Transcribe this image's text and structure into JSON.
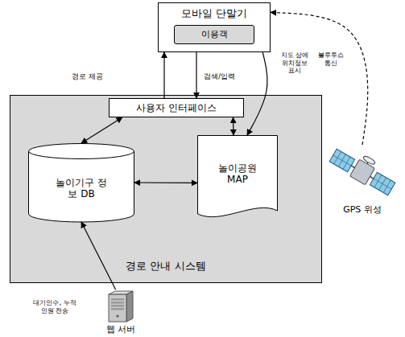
{
  "diagram": {
    "nodes": [
      {
        "text": [
          "모바일 단말기"
        ]
      },
      {
        "text": [
          "이용객"
        ],
        "in": 0
      },
      {
        "text": [
          "경로 안내 시스템"
        ]
      },
      {
        "text": [
          "사용자 인터페이스"
        ],
        "in": 2
      },
      {
        "text": [
          "놀이기구 정보 DB"
        ],
        "in": 2
      },
      {
        "text": [
          "놀이공원 MAP"
        ],
        "in": 2
      },
      {
        "text": [
          "GPS 위성"
        ]
      },
      {
        "text": [
          "웹 서버"
        ]
      }
    ],
    "edges": [
      {
        "from": 3,
        "to": 0,
        "arrow": "to",
        "label": "경로 제공"
      },
      {
        "from": 0,
        "to": 3,
        "arrow": "to",
        "label": "검색/입력"
      },
      {
        "from": 0,
        "to": 5,
        "arrow": "to",
        "label": "지도 상에 위치정보 표시"
      },
      {
        "from": 6,
        "to": 0,
        "arrow": "to",
        "label": "블루투스 통신"
      },
      {
        "from": 3,
        "to": 4,
        "arrow": "both"
      },
      {
        "from": 3,
        "to": 5,
        "arrow": "both"
      },
      {
        "from": 4,
        "to": 5,
        "arrow": "both"
      },
      {
        "from": 7,
        "to": 4,
        "arrow": "to",
        "label": "대기인수, 누적인원 전송"
      }
    ]
  }
}
